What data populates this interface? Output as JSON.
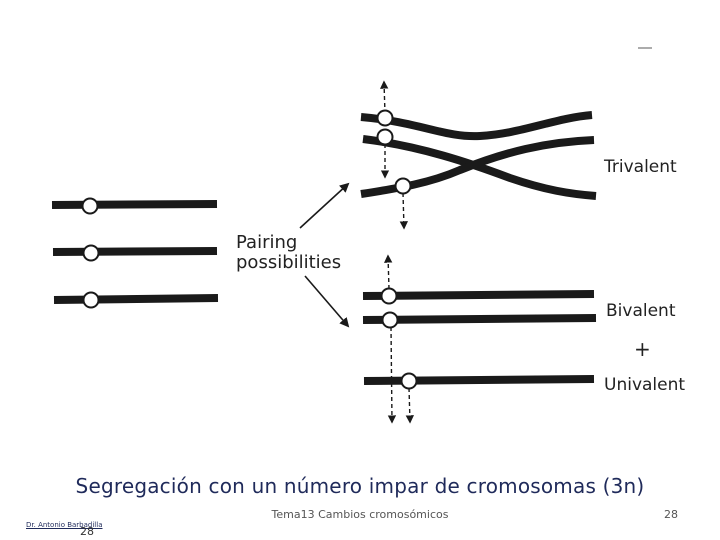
{
  "diagram": {
    "center_label_line1": "Pairing",
    "center_label_line2": "possibilities",
    "trivalent_label": "Trivalent",
    "bivalent_label": "Bivalent",
    "plus_sign": "+",
    "univalent_label": "Univalent"
  },
  "caption": "Segregación con un número impar de cromosomas (3n)",
  "footer": {
    "topic": "Tema13 Cambios cromosómicos",
    "page_number": "28",
    "author": "Dr. Antonio Barbadilla",
    "author_page_number": "28"
  },
  "colors": {
    "chromosome": "#1a1a1a",
    "caption_text": "#1f2a5a"
  }
}
